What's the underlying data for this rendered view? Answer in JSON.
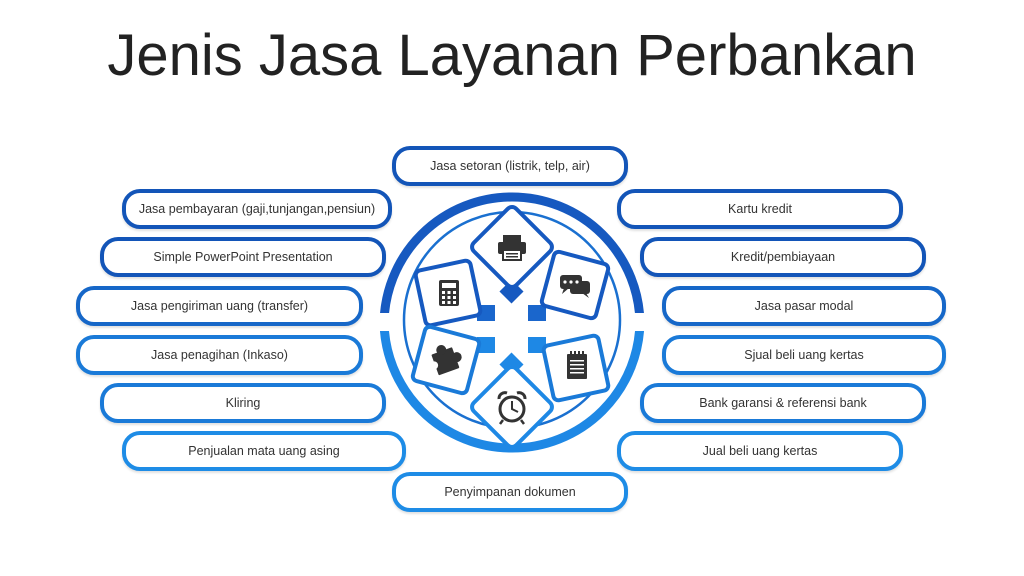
{
  "title": "Jenis Jasa Layanan Perbankan",
  "top_item": "Jasa setoran (listrik, telp, air)",
  "bottom_item": "Penyimpanan dokumen",
  "left_items": [
    "Jasa pembayaran (gaji,tunjangan,pensiun)",
    "Simple PowerPoint Presentation",
    "Jasa pengiriman uang (transfer)",
    "Jasa penagihan (Inkaso)",
    "Kliring",
    "Penjualan mata uang asing"
  ],
  "right_items": [
    "Kartu kredit",
    "Kredit/pembiayaan",
    "Jasa pasar modal",
    "Sjual beli uang kertas",
    "Bank garansi & referensi bank",
    "Jual beli uang kertas"
  ],
  "icons": [
    "printer-icon",
    "chat-icon",
    "notepad-icon",
    "alarm-clock-icon",
    "puzzle-icon",
    "calculator-icon"
  ],
  "colors": {
    "dark_blue": "#1355b8",
    "mid_blue": "#1a7ad8",
    "light_blue": "#1e8ce6",
    "text": "#333333"
  }
}
